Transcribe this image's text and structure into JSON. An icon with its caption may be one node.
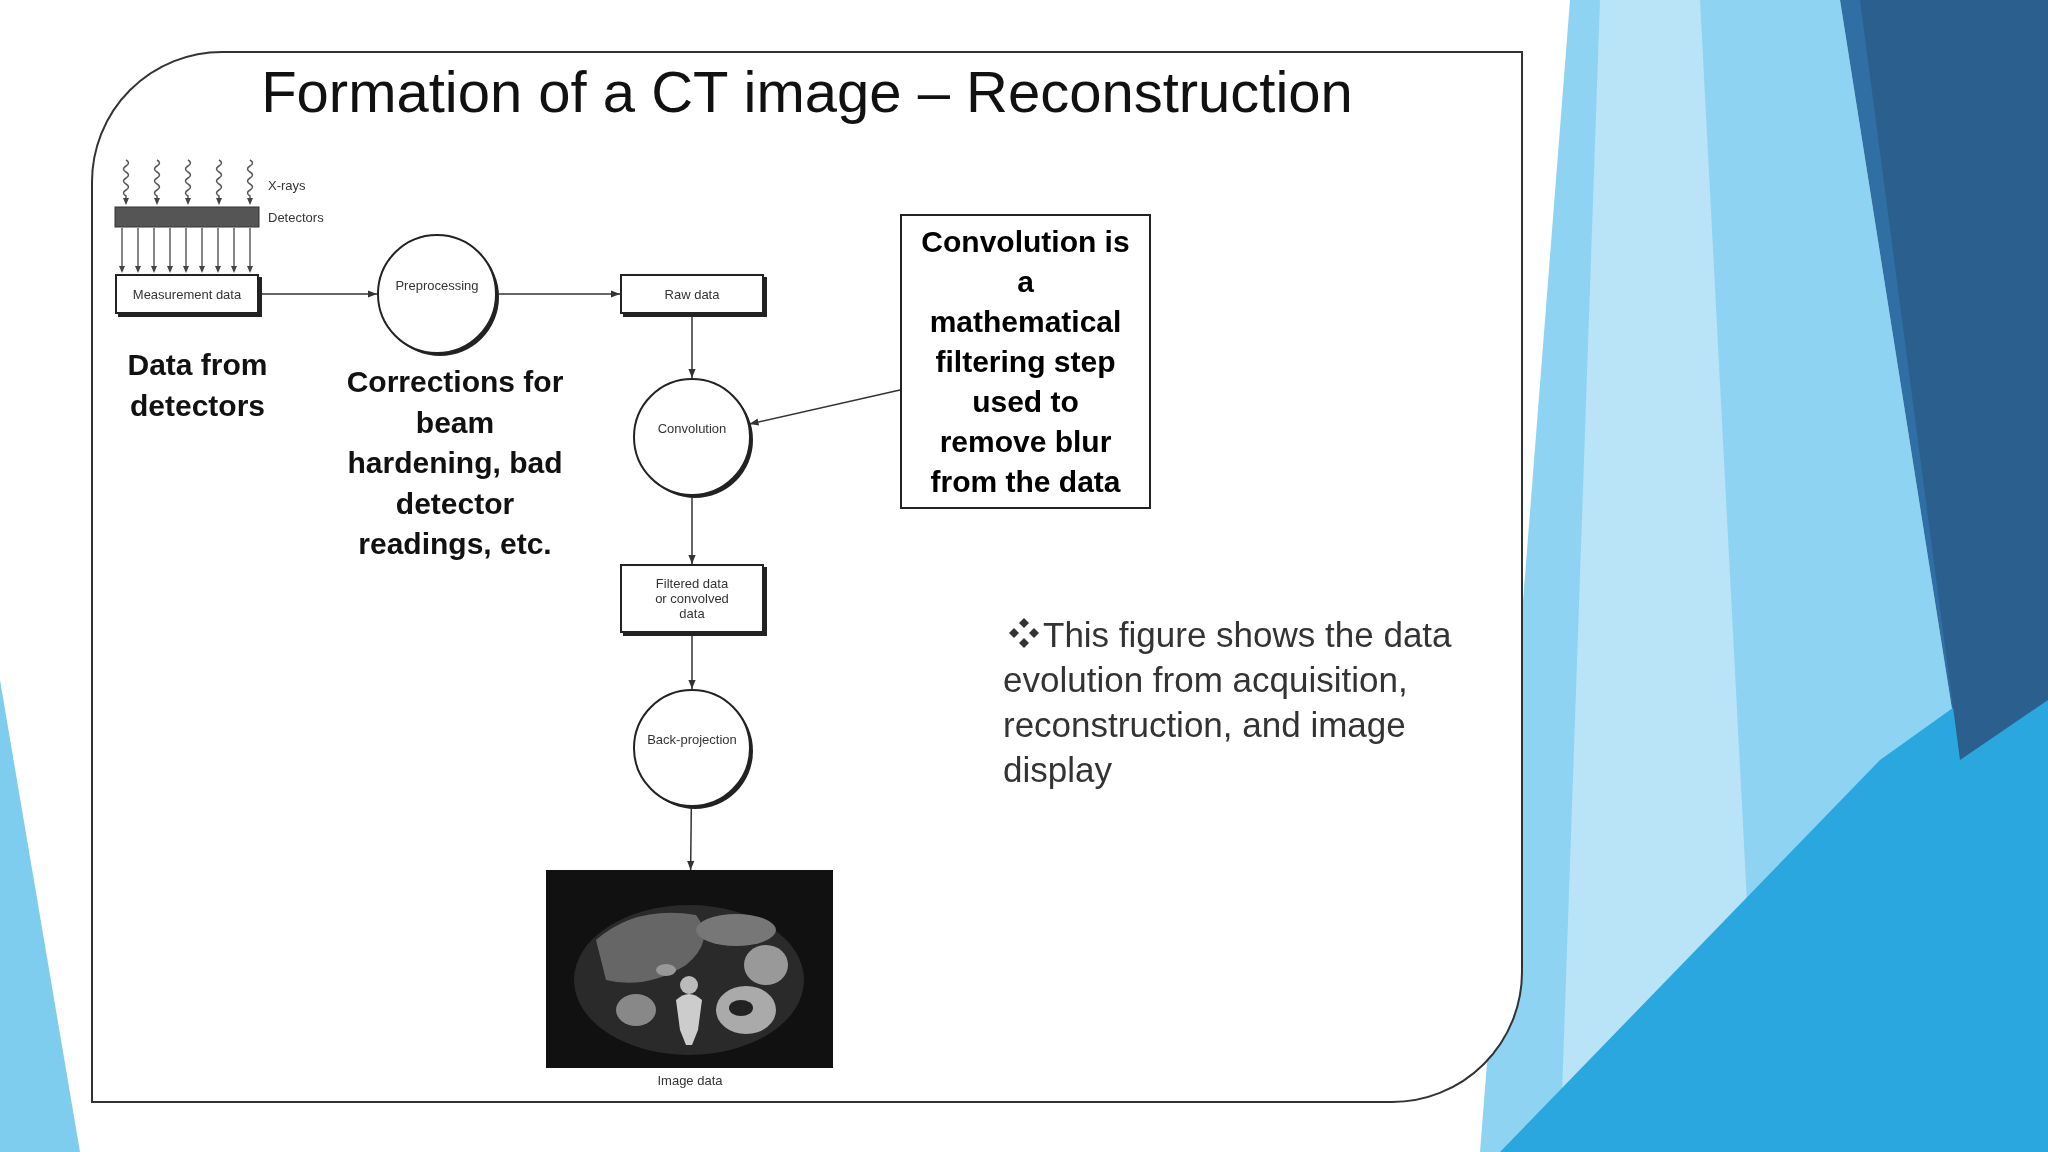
{
  "diagram": {
    "title": "Formation of a CT image – Reconstruction",
    "nodes": [
      {
        "text": [
          "Measurement data"
        ],
        "beside": [
          "Data from detectors"
        ]
      },
      {
        "text": [
          "Preprocessing"
        ],
        "beside": [
          "Corrections for beam hardening, bad detector readings, etc."
        ]
      },
      {
        "text": [
          "Raw data"
        ]
      },
      {
        "text": [
          "Convolution"
        ]
      },
      {
        "text": [
          "Filtered data or convolved data"
        ]
      },
      {
        "text": [
          "Back-projection"
        ]
      },
      {
        "text": [],
        "shape": "picture",
        "beside": [
          "Image data"
        ]
      },
      {
        "text": [
          "Convolution is a mathematical filtering step used to remove blur from the data"
        ]
      }
    ],
    "edges": [
      {
        "from": 0,
        "to": 1,
        "arrow": "to"
      },
      {
        "from": 1,
        "to": 2,
        "arrow": "to"
      },
      {
        "from": 2,
        "to": 3,
        "arrow": "to"
      },
      {
        "from": 3,
        "to": 4,
        "arrow": "to"
      },
      {
        "from": 4,
        "to": 5,
        "arrow": "to"
      },
      {
        "from": 5,
        "to": 6,
        "arrow": "to"
      },
      {
        "from": 7,
        "to": 3,
        "arrow": "to"
      }
    ],
    "labels": [
      "X-rays",
      "Detectors",
      "This figure shows the data evolution from acquisition, reconstruction, and image display"
    ]
  }
}
